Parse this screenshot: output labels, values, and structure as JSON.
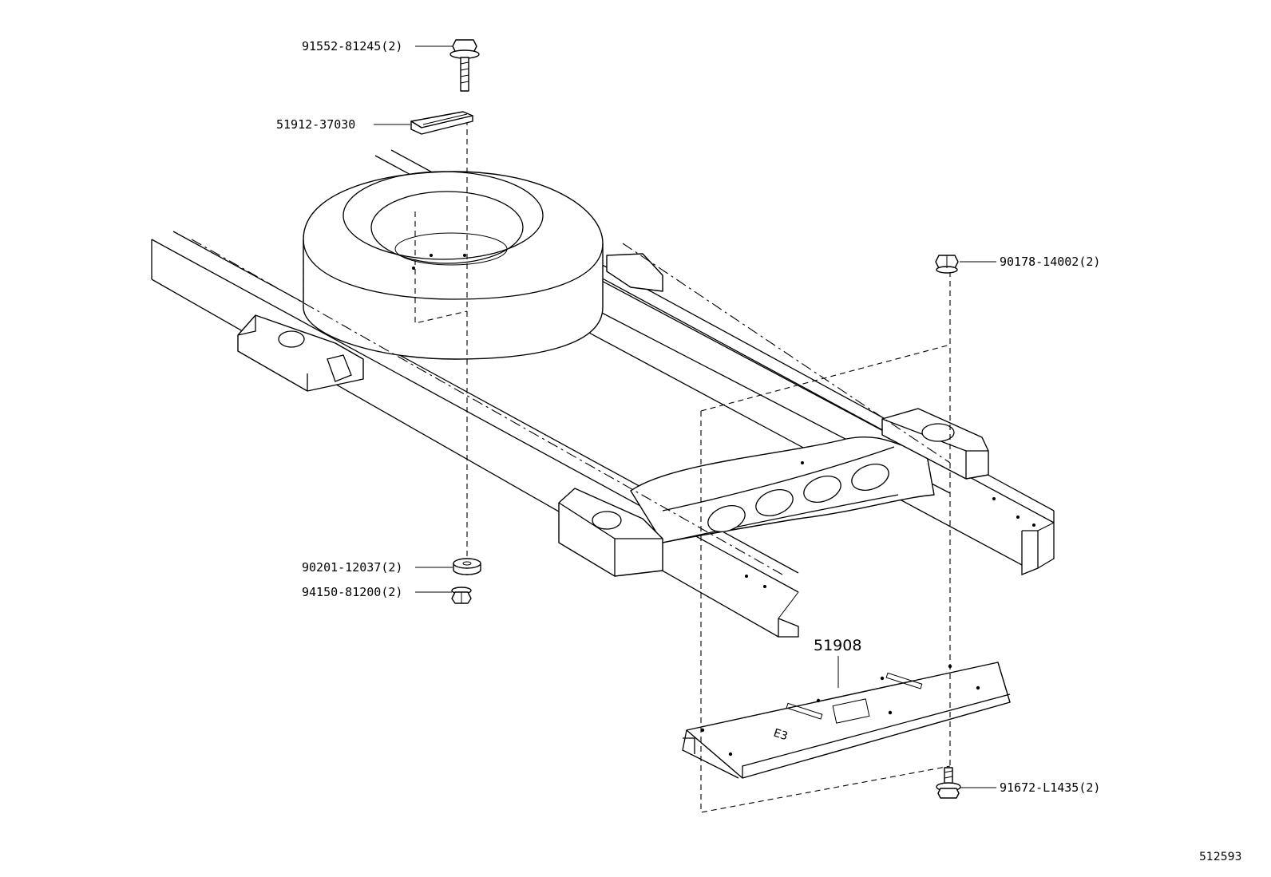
{
  "parts": [
    {
      "id": "bolt-top",
      "label": "91552-81245(2)"
    },
    {
      "id": "plate-top",
      "label": "51912-37030"
    },
    {
      "id": "nut-right",
      "label": "90178-14002(2)"
    },
    {
      "id": "washer",
      "label": "90201-12037(2)"
    },
    {
      "id": "nut-bottom",
      "label": "94150-81200(2)"
    },
    {
      "id": "carrier",
      "label": "51908"
    },
    {
      "id": "bolt-bottom",
      "label": "91672-L1435(2)"
    }
  ],
  "diagram_id": "512593"
}
